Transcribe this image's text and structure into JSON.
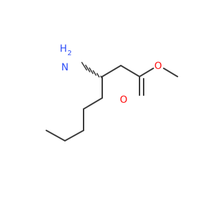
{
  "molecule": {
    "atoms": {
      "nitrogen": {
        "symbol": "N",
        "hydrogen": "H",
        "hydrogen_count": "2",
        "color": "#3050f8"
      },
      "carbonyl_oxygen": {
        "symbol": "O",
        "color": "#ff0d0d"
      },
      "ester_oxygen": {
        "symbol": "O",
        "color": "#ff0d0d"
      }
    },
    "bond_color": "#3a3a3a",
    "stereo": {
      "center": "C3",
      "wedge": "hashed"
    }
  }
}
